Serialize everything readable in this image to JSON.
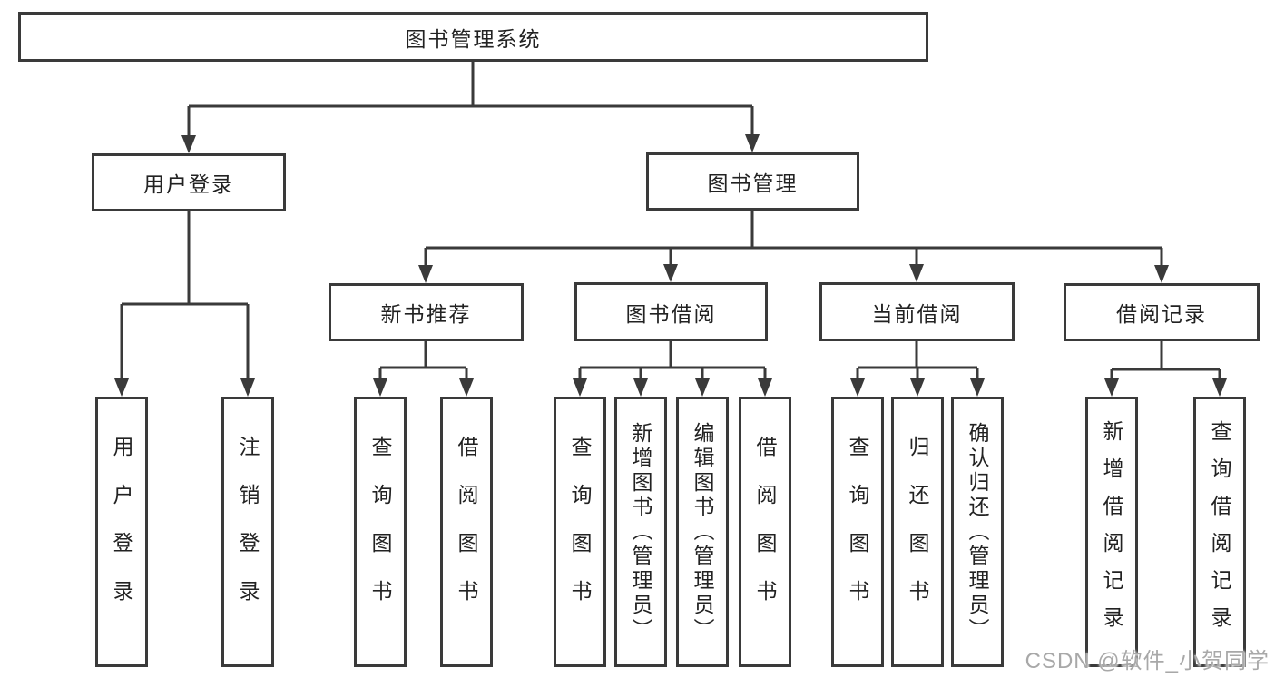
{
  "title": "图书管理系统",
  "watermark": "CSDN @软件_小贺同学",
  "colors": {
    "line": "#3a3a3a",
    "ink": "#222222",
    "watermark": "#a8a8a8"
  },
  "tree": {
    "root": {
      "label": "图书管理系统"
    },
    "level2": [
      {
        "label": "用户登录"
      },
      {
        "label": "图书管理"
      }
    ],
    "level3": [
      {
        "label": "新书推荐"
      },
      {
        "label": "图书借阅"
      },
      {
        "label": "当前借阅"
      },
      {
        "label": "借阅记录"
      }
    ],
    "leaves": {
      "user_login": [
        "用户登录",
        "注销登录"
      ],
      "new_books": [
        "查询图书",
        "借阅图书"
      ],
      "book_borrow": [
        "查询图书",
        "新增图书（管理员）",
        "编辑图书（管理员）",
        "借阅图书"
      ],
      "current_borrow": [
        "查询图书",
        "归还图书",
        "确认归还（管理员）"
      ],
      "borrow_records": [
        "新增借阅记录",
        "查询借阅记录"
      ]
    }
  }
}
